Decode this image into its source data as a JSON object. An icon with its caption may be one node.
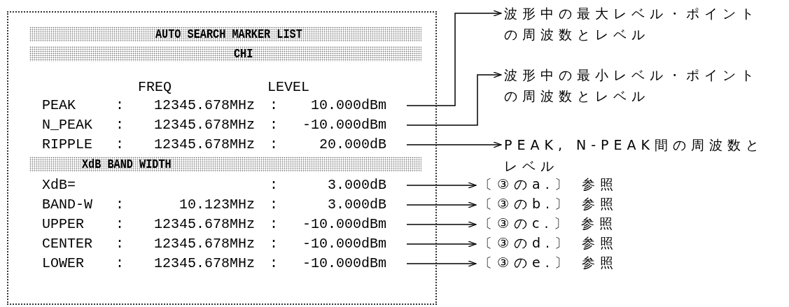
{
  "diagram": {
    "nodes": [
      {
        "text": [],
        "shape": "box"
      },
      {
        "text": [
          "AUTO SEARCH MARKER LIST"
        ],
        "in": 0
      },
      {
        "text": [
          "CHI"
        ],
        "in": 0
      },
      {
        "text": [
          "PEAK",
          ":",
          "12345.678MHz",
          ":",
          "10.000dBm"
        ],
        "in": 0
      },
      {
        "text": [
          "N_PEAK",
          ":",
          "12345.678MHz",
          ":",
          "-10.000dBm"
        ],
        "in": 0
      },
      {
        "text": [
          "RIPPLE",
          ":",
          "12345.678MHz",
          ":",
          "20.000dB"
        ],
        "in": 0
      },
      {
        "text": [
          "XdB BAND WIDTH"
        ],
        "in": 0
      },
      {
        "text": [
          "XdB=",
          ":",
          "3.000dB"
        ],
        "in": 0
      },
      {
        "text": [
          "BAND-W",
          ":",
          "10.123MHz",
          ":",
          "3.000dB"
        ],
        "in": 0
      },
      {
        "text": [
          "UPPER",
          ":",
          "12345.678MHz",
          ":",
          "-10.000dBm"
        ],
        "in": 0
      },
      {
        "text": [
          "CENTER",
          ":",
          "12345.678MHz",
          ":",
          "-10.000dBm"
        ],
        "in": 0
      },
      {
        "text": [
          "LOWER",
          ":",
          "12345.678MHz",
          ":",
          "-10.000dBm"
        ],
        "in": 0
      },
      {
        "text": [
          "波形中の最大レベル・ポイントの周波数とレベル"
        ]
      },
      {
        "text": [
          "波形中の最小レベル・ポイントの周波数とレベル"
        ]
      },
      {
        "text": [
          "PEAK, N-PEAK間の周波数とレベル"
        ]
      },
      {
        "text": [
          "〔③のa.〕 参照"
        ]
      },
      {
        "text": [
          "〔③のb.〕 参照"
        ]
      },
      {
        "text": [
          "〔③のc.〕 参照"
        ]
      },
      {
        "text": [
          "〔③のd.〕 参照"
        ]
      },
      {
        "text": [
          "〔③のe.〕 参照"
        ]
      }
    ],
    "edges": [
      {
        "from": 3,
        "to": 12,
        "arrow": "to"
      },
      {
        "from": 4,
        "to": 13,
        "arrow": "to"
      },
      {
        "from": 5,
        "to": 14,
        "arrow": "to"
      },
      {
        "from": 7,
        "to": 15,
        "arrow": "to"
      },
      {
        "from": 8,
        "to": 16,
        "arrow": "to"
      },
      {
        "from": 9,
        "to": 17,
        "arrow": "to"
      },
      {
        "from": 10,
        "to": 18,
        "arrow": "to"
      },
      {
        "from": 11,
        "to": 19,
        "arrow": "to"
      }
    ],
    "labels": [
      "FREQ",
      "LEVEL"
    ]
  }
}
